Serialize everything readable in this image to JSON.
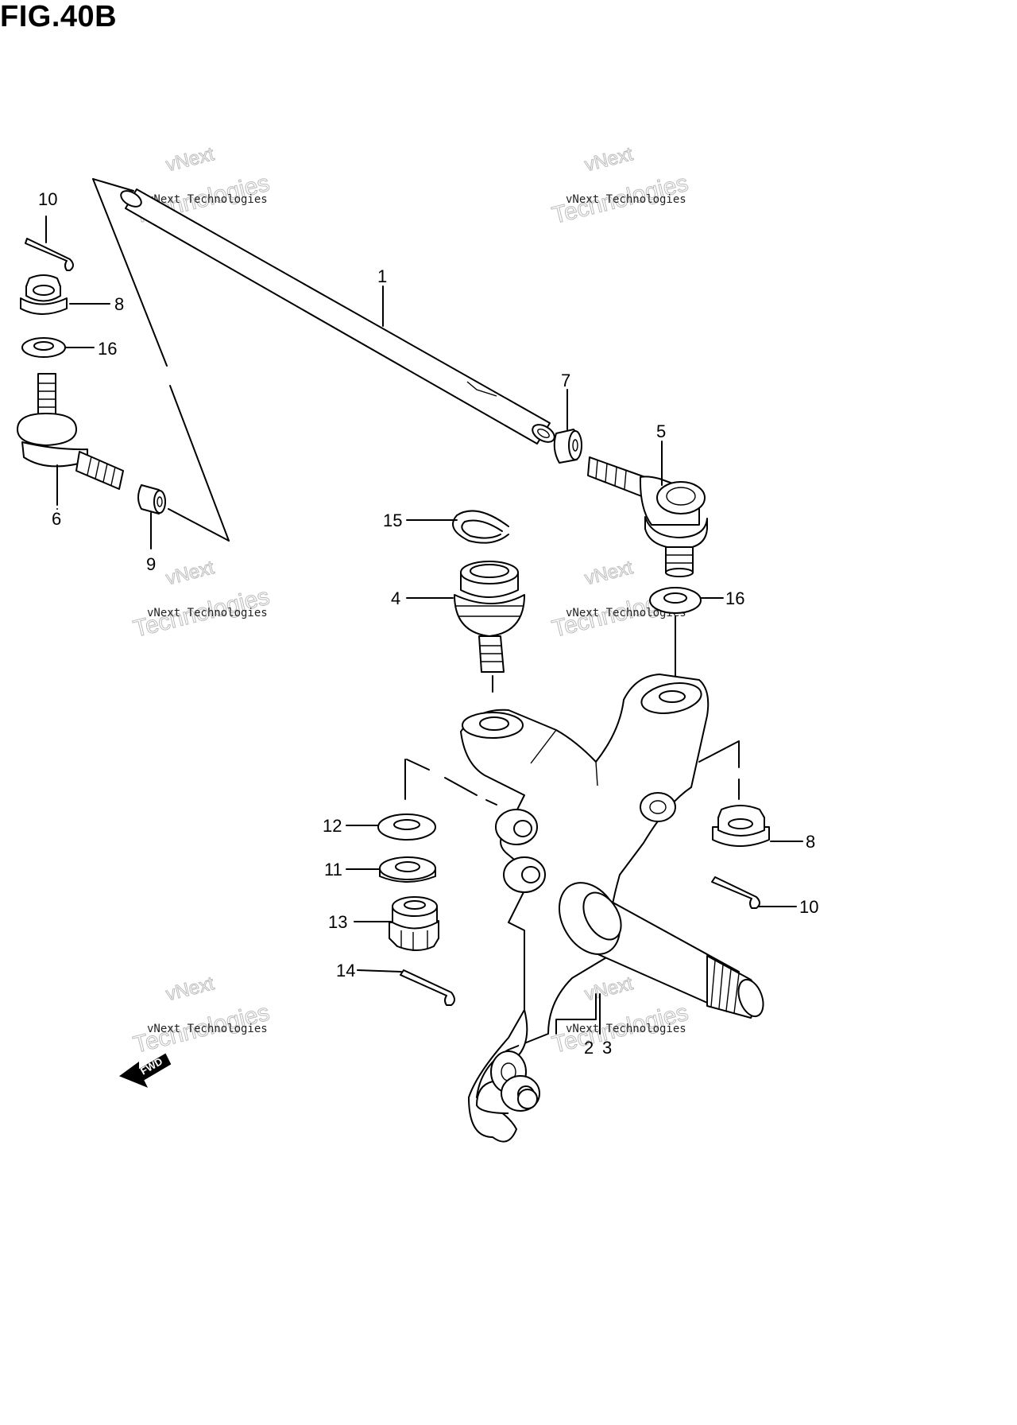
{
  "figure": {
    "title": "FIG.40B"
  },
  "callouts": [
    {
      "id": "c1",
      "text": "1"
    },
    {
      "id": "c2",
      "text": "2"
    },
    {
      "id": "c3",
      "text": "3"
    },
    {
      "id": "c4",
      "text": "4"
    },
    {
      "id": "c5",
      "text": "5"
    },
    {
      "id": "c6",
      "text": "6"
    },
    {
      "id": "c7",
      "text": "7"
    },
    {
      "id": "c8a",
      "text": "8"
    },
    {
      "id": "c8b",
      "text": "8"
    },
    {
      "id": "c9",
      "text": "9"
    },
    {
      "id": "c10a",
      "text": "10"
    },
    {
      "id": "c10b",
      "text": "10"
    },
    {
      "id": "c11",
      "text": "11"
    },
    {
      "id": "c12",
      "text": "12"
    },
    {
      "id": "c13",
      "text": "13"
    },
    {
      "id": "c14",
      "text": "14"
    },
    {
      "id": "c15",
      "text": "15"
    },
    {
      "id": "c16a",
      "text": "16"
    },
    {
      "id": "c16b",
      "text": "16"
    }
  ],
  "watermark": {
    "line1": "vNext Technologies",
    "line2": "Technologies",
    "line3": "vNext"
  },
  "direction_marker": {
    "text": "FWD",
    "icon": "fwd-arrow-icon"
  }
}
